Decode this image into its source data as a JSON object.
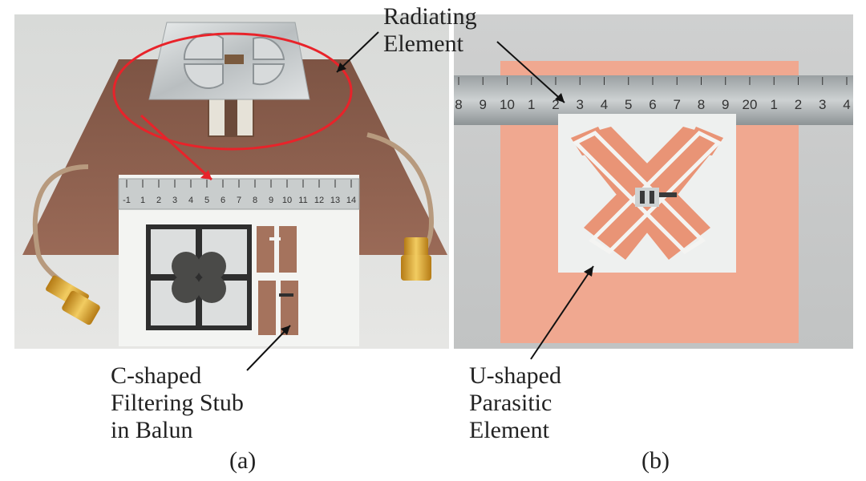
{
  "annotations": {
    "radiating_element": [
      "Radiating",
      "Element"
    ],
    "c_shaped_stub": [
      "C-shaped",
      "Filtering Stub",
      "in Balun"
    ],
    "u_shaped_parasitic": [
      "U-shaped",
      "Parasitic",
      "Element"
    ]
  },
  "captions": {
    "a": "(a)",
    "b": "(b)"
  },
  "ruler_a": {
    "ticks": [
      "-1",
      "1",
      "2",
      "3",
      "4",
      "5",
      "6",
      "7",
      "8",
      "9",
      "10",
      "11",
      "12",
      "13",
      "14"
    ]
  },
  "ruler_b": {
    "ticks": [
      "8",
      "9",
      "10",
      "1",
      "2",
      "3",
      "4",
      "5",
      "6",
      "7",
      "8",
      "9",
      "20",
      "1",
      "2",
      "3",
      "4"
    ]
  },
  "colors": {
    "highlight_ellipse": "#e8232a",
    "copper": "#e8957a",
    "ground_plane": "#8a5e4d",
    "cable": "#b79a7e",
    "connector_gold": "#d9a531",
    "pointer_line": "#111111"
  }
}
